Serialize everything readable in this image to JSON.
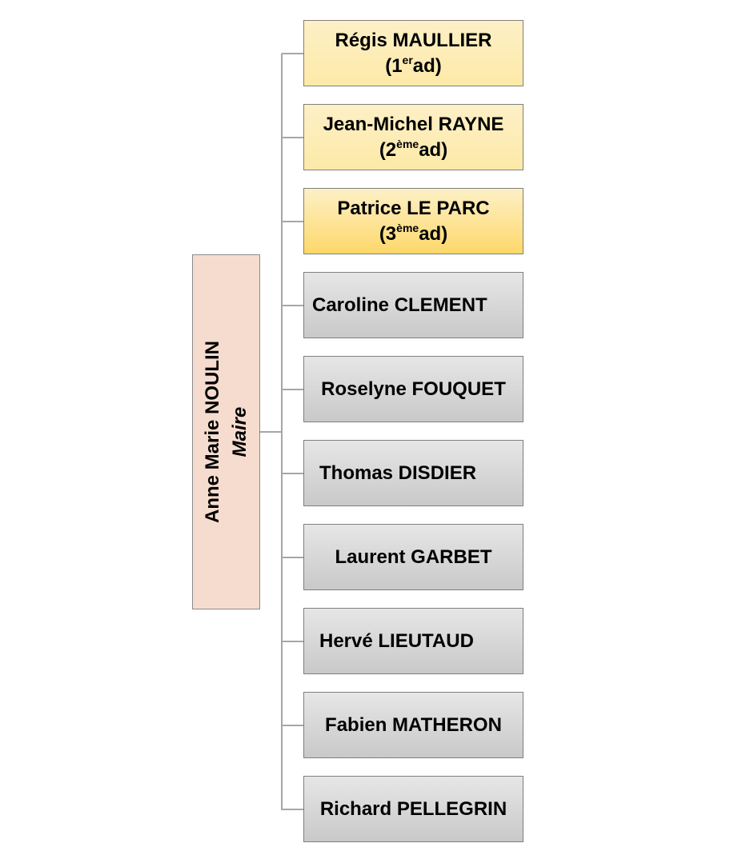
{
  "mayor": {
    "name": "Anne Marie NOULIN",
    "role": "Maire"
  },
  "adjoints": [
    {
      "name": "Régis MAULLIER",
      "rank": "(1",
      "sup": "er",
      "suffix": "ad)"
    },
    {
      "name": "Jean-Michel RAYNE",
      "rank": "(2",
      "sup": "ème",
      "suffix": "ad)"
    },
    {
      "name": "Patrice LE PARC",
      "rank": "(3",
      "sup": "ème",
      "suffix": "ad)"
    }
  ],
  "members": [
    "Caroline CLEMENT",
    "Roselyne FOUQUET",
    "Thomas DISDIER",
    "Laurent GARBET",
    "Hervé LIEUTAUD",
    "Fabien MATHERON",
    "Richard PELLEGRIN"
  ]
}
